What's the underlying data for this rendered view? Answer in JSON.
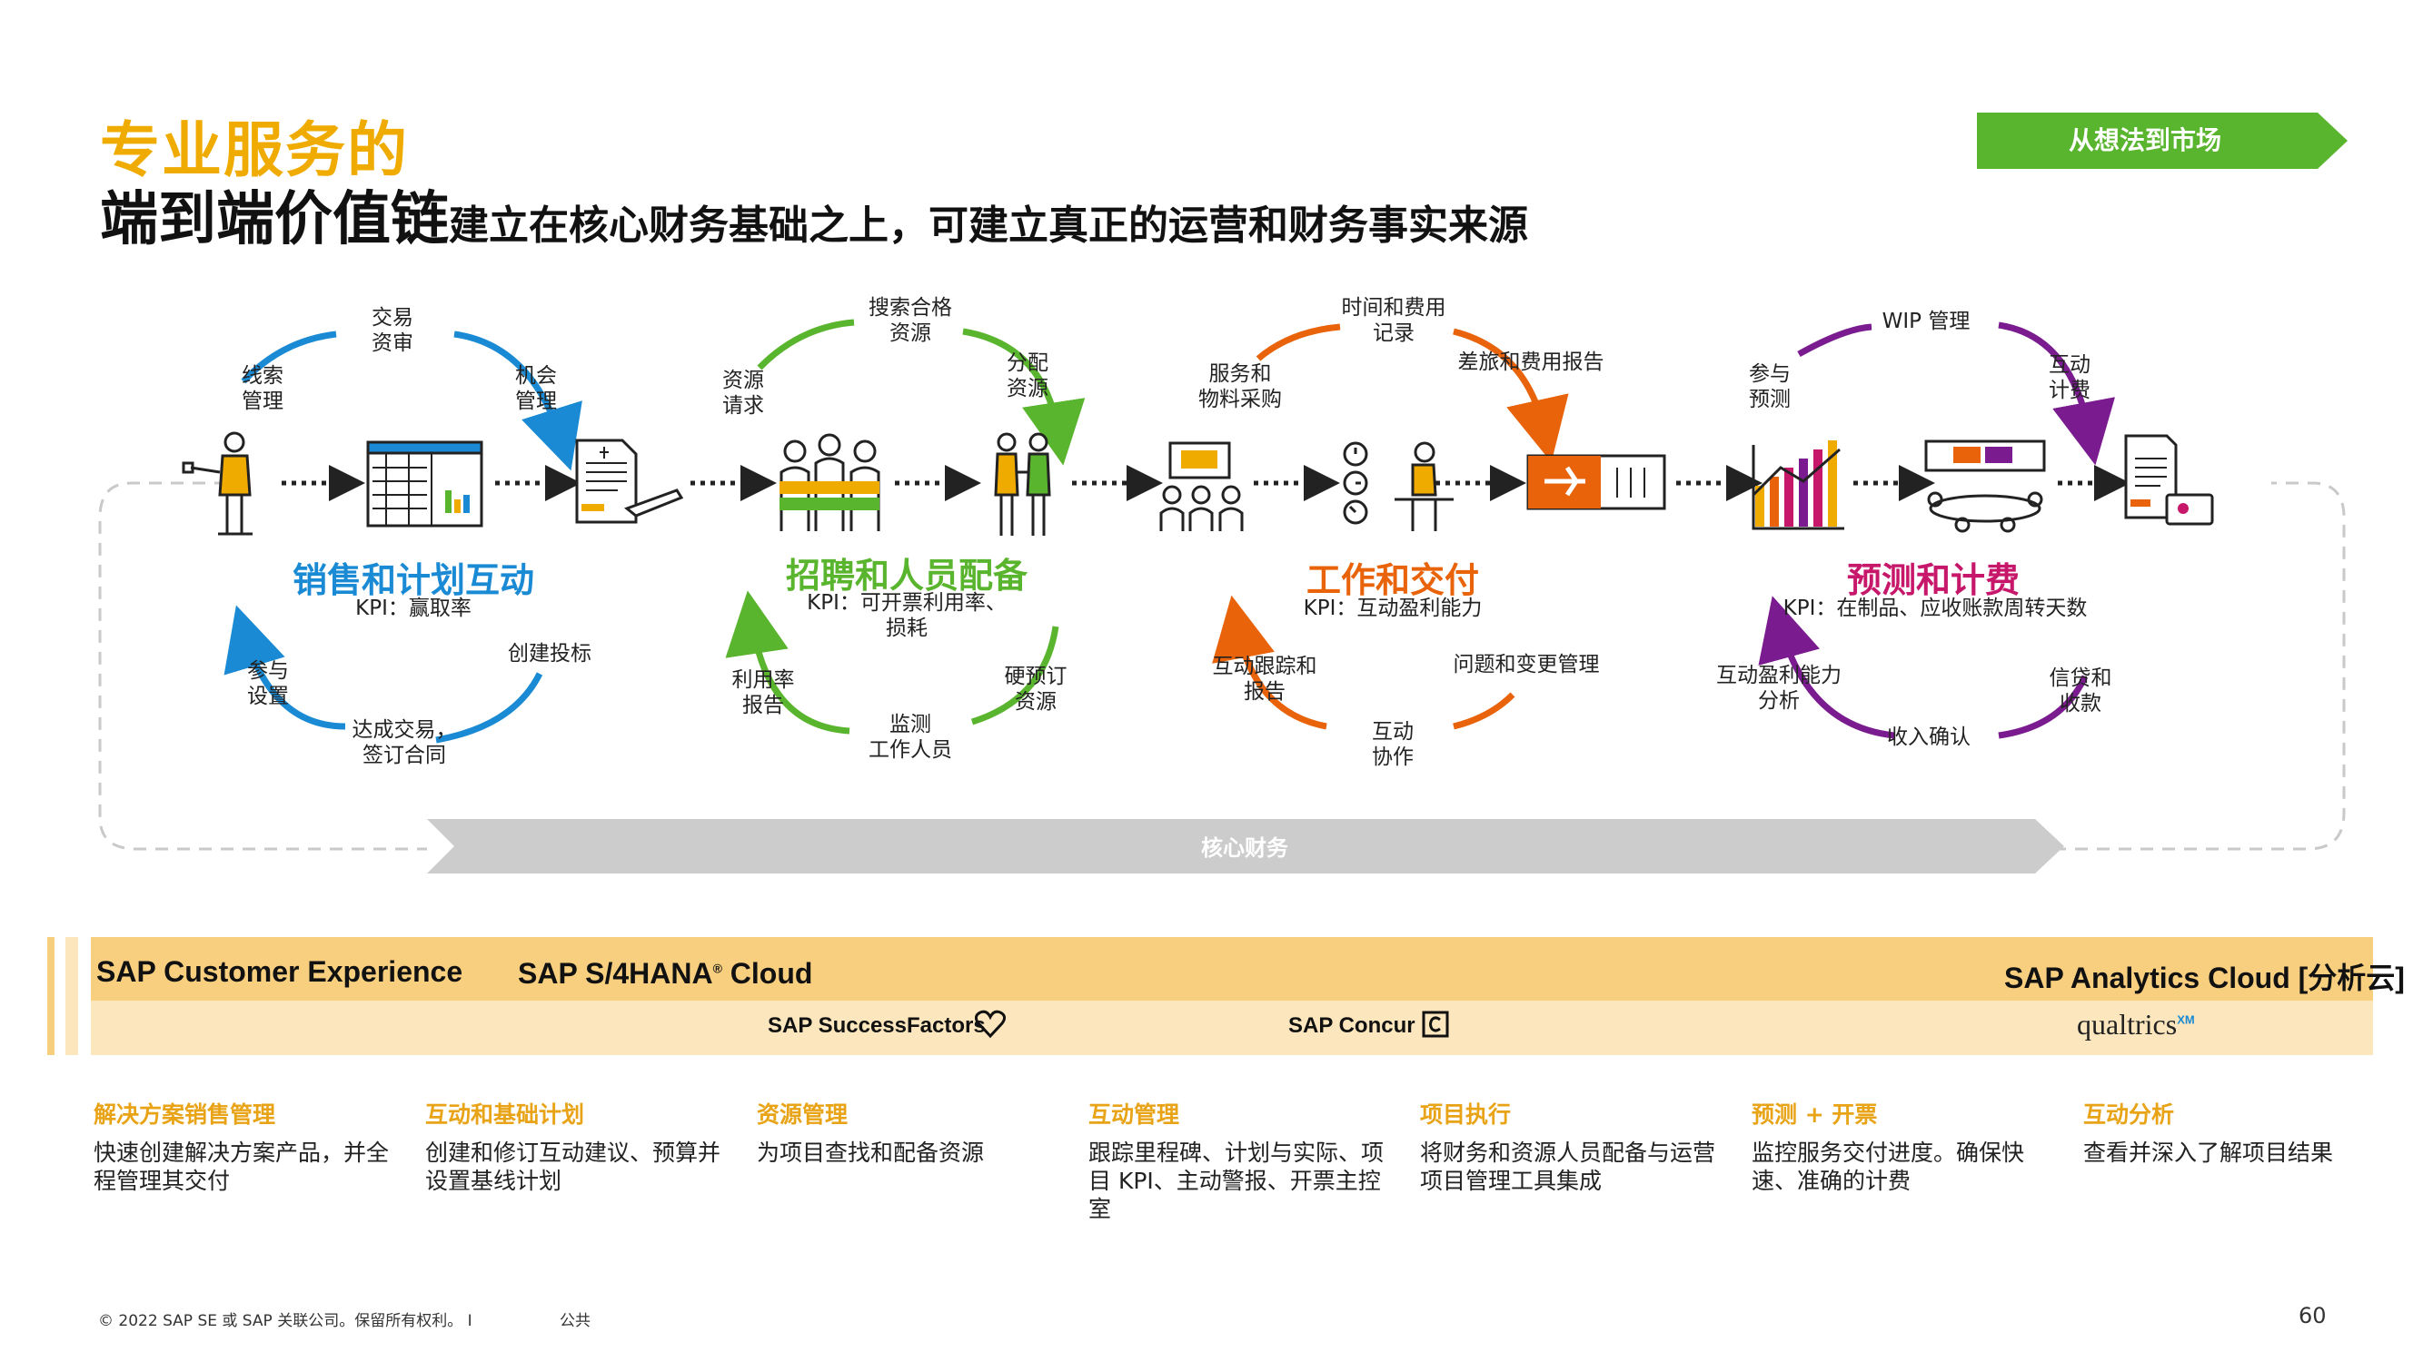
{
  "header": {
    "title_line1": "专业服务的",
    "title_line2": "端到端价值链",
    "title_sub": "建立在核心财务基础之上，可建立真正的运营和财务事实来源",
    "badge": "从想法到市场"
  },
  "colors": {
    "sales": "#1a8ad4",
    "recruit": "#5ab52e",
    "work": "#e8630a",
    "billing": "#7a1b8f",
    "gold": "#f0ab00",
    "core_arrow": "#cccccc"
  },
  "stages": [
    {
      "name": "销售和计划互动",
      "kpi": "KPI：赢取率",
      "steps": [
        "交易\n资审",
        "线索\n管理",
        "机会\n管理",
        "创建投标",
        "达成交易，\n签订合同",
        "参与\n设置"
      ]
    },
    {
      "name": "招聘和人员配备",
      "kpi": "KPI：可开票利用率、\n损耗",
      "steps": [
        "搜索合格\n资源",
        "资源\n请求",
        "分配\n资源",
        "硬预订\n资源",
        "监测\n工作人员",
        "利用率\n报告"
      ]
    },
    {
      "name": "工作和交付",
      "kpi": "KPI：互动盈利能力",
      "steps": [
        "时间和费用\n记录",
        "服务和\n物料采购",
        "差旅和费用报告",
        "问题和变更管理",
        "互动\n协作",
        "互动跟踪和\n报告"
      ]
    },
    {
      "name": "预测和计费",
      "kpi": "KPI：在制品、应收账款周转天数",
      "steps": [
        "WIP 管理",
        "参与\n预测",
        "互动\n计费",
        "信贷和\n收款",
        "收入确认",
        "互动盈利能力\n分析"
      ]
    }
  ],
  "core_finance": "核心财务",
  "products": {
    "cx": "SAP Customer Experience",
    "s4": "SAP S/4HANA",
    "s4_reg": "®",
    "s4_cloud": " Cloud",
    "sac": "SAP Analytics Cloud [分析云]",
    "sf": "SAP SuccessFactors",
    "concur": "SAP Concur",
    "qualtrics": "qualtrics",
    "qualtrics_xm": "XM"
  },
  "capabilities": [
    {
      "title": "解决方案销售管理",
      "text": "快速创建解决方案产品，并全程管理其交付"
    },
    {
      "title": "互动和基础计划",
      "text": "创建和修订互动建议、预算并设置基线计划"
    },
    {
      "title": "资源管理",
      "text": "为项目查找和配备资源"
    },
    {
      "title": "互动管理",
      "text": "跟踪里程碑、计划与实际、项目 KPI、主动警报、开票主控室"
    },
    {
      "title": "项目执行",
      "text": "将财务和资源人员配备与运营项目管理工具集成"
    },
    {
      "title": "预测 + 开票",
      "text": "监控服务交付进度。确保快速、准确的计费"
    },
    {
      "title": "互动分析",
      "text": "查看并深入了解项目结果"
    }
  ],
  "footer": {
    "copyright": "© 2022 SAP SE 或 SAP 关联公司。保留所有权利。 I",
    "classification": "公共",
    "page": "60"
  }
}
